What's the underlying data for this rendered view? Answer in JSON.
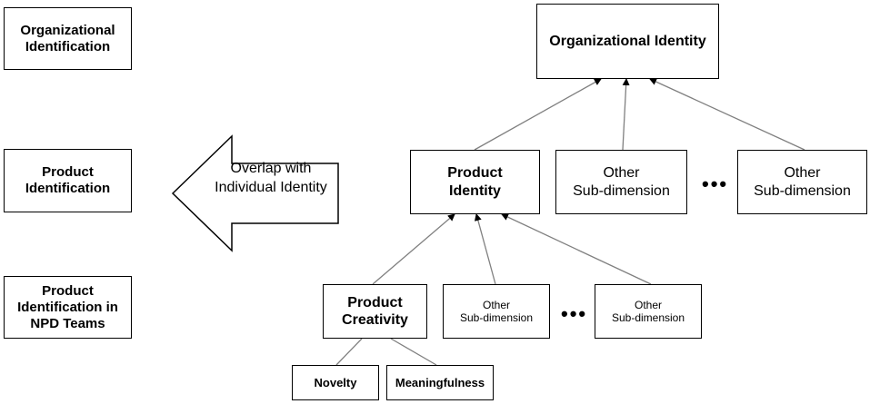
{
  "levels": {
    "organizational": "Organizational\nIdentification",
    "product": "Product\nIdentification",
    "npd": "Product\nIdentification in\nNPD Teams"
  },
  "overlap_arrow": "Overlap with\nIndividual Identity",
  "nodes": {
    "organizational_identity": "Organizational Identity",
    "product_identity": "Product\nIdentity",
    "other_sub_1": "Other\nSub-dimension",
    "other_sub_2": "Other\nSub-dimension",
    "product_creativity": "Product\nCreativity",
    "other_sub_3": "Other\nSub-dimension",
    "other_sub_4": "Other\nSub-dimension",
    "novelty": "Novelty",
    "meaningfulness": "Meaningfulness"
  },
  "ellipsis": "•••"
}
